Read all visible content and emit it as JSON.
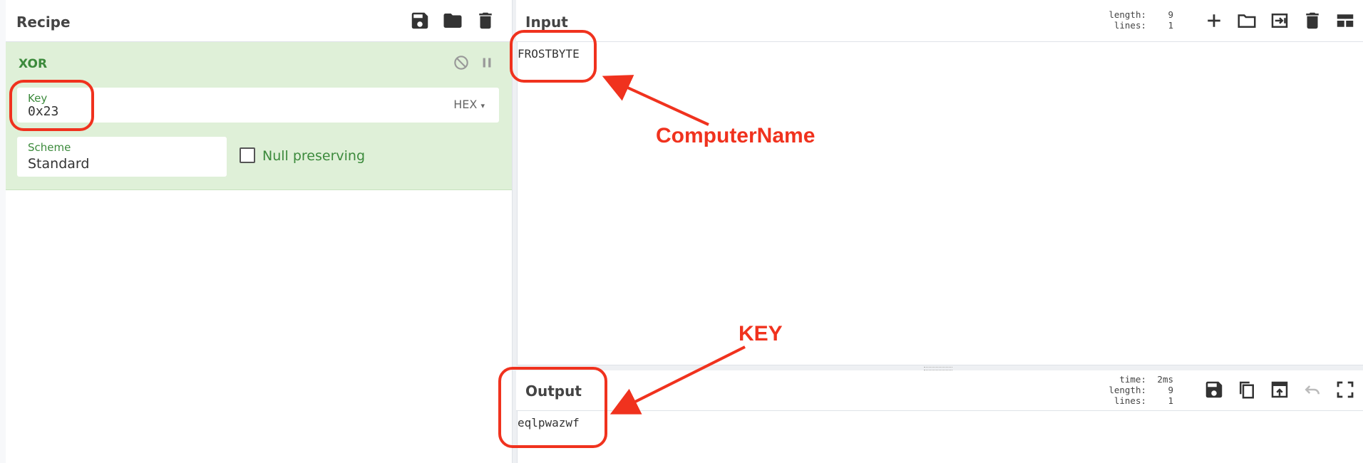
{
  "recipe": {
    "title": "Recipe",
    "icons": [
      "save-icon",
      "folder-icon",
      "trash-icon"
    ],
    "operation": {
      "name": "XOR",
      "key_label": "Key",
      "key_value": "0x23",
      "key_format": "HEX",
      "scheme_label": "Scheme",
      "scheme_value": "Standard",
      "null_preserving_label": "Null preserving",
      "null_preserving_checked": false
    }
  },
  "input": {
    "title": "Input",
    "text": "FROSTBYTE",
    "stats": {
      "length_label": "length:",
      "length": "9",
      "lines_label": "lines:",
      "lines": "1"
    },
    "icons": [
      "plus-icon",
      "folder-icon",
      "import-icon",
      "trash-icon",
      "layout-icon"
    ]
  },
  "output": {
    "title": "Output",
    "text": "eqlpwazwf",
    "stats": {
      "time_label": "time:",
      "time": "2ms",
      "length_label": "length:",
      "length": "9",
      "lines_label": "lines:",
      "lines": "1"
    },
    "icons": [
      "save-icon",
      "copy-icon",
      "replace-input-icon",
      "undo-icon",
      "fullscreen-icon"
    ]
  },
  "annotations": {
    "computer_name": "ComputerName",
    "key": "KEY",
    "color": "#f0321e"
  }
}
